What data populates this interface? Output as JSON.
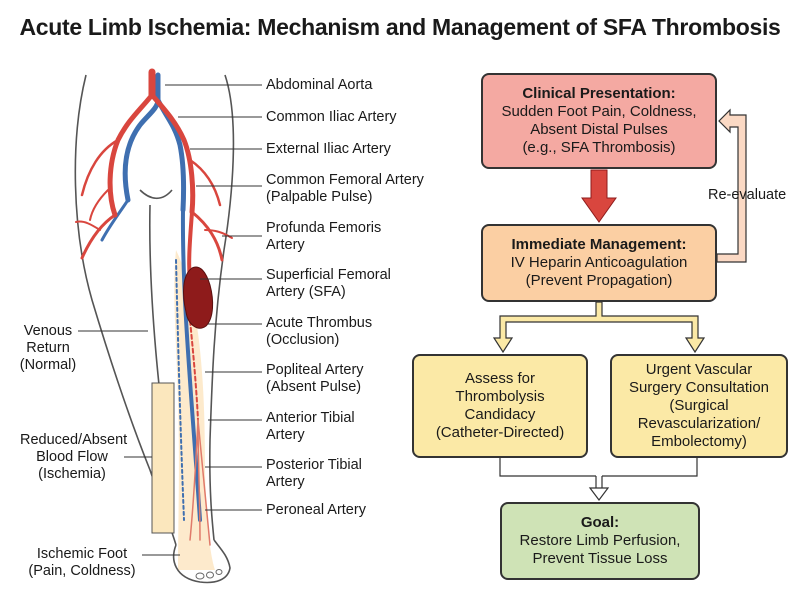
{
  "title": "Acute Limb Ischemia: Mechanism and Management of SFA Thrombosis",
  "anatomy_labels": {
    "abdominal_aorta": "Abdominal Aorta",
    "common_iliac": "Common Iliac Artery",
    "external_iliac": "External Iliac Artery",
    "common_femoral_1": "Common Femoral Artery",
    "common_femoral_2": "(Palpable Pulse)",
    "profunda_1": "Profunda Femoris",
    "profunda_2": "Artery",
    "sfa_1": "Superficial Femoral",
    "sfa_2": "Artery (SFA)",
    "thrombus_1": "Acute Thrombus",
    "thrombus_2": "(Occlusion)",
    "popliteal_1": "Popliteal Artery",
    "popliteal_2": "(Absent Pulse)",
    "anterior_tibial_1": "Anterior Tibial",
    "anterior_tibial_2": "Artery",
    "posterior_tibial_1": "Posterior Tibial",
    "posterior_tibial_2": "Artery",
    "peroneal": "Peroneal Artery",
    "venous_1": "Venous",
    "venous_2": "Return",
    "venous_3": "(Normal)",
    "reduced_1": "Reduced/Absent",
    "reduced_2": "Blood Flow",
    "reduced_3": "(Ischemia)",
    "foot_1": "Ischemic Foot",
    "foot_2": "(Pain, Coldness)"
  },
  "flow": {
    "clinical": {
      "heading": "Clinical Presentation:",
      "line1": "Sudden Foot Pain, Coldness,",
      "line2": "Absent Distal Pulses",
      "line3": "(e.g., SFA Thrombosis)"
    },
    "immediate": {
      "heading": "Immediate Management:",
      "line1": "IV Heparin Anticoagulation",
      "line2": "(Prevent Propagation)"
    },
    "thrombolysis": {
      "line1": "Assess for",
      "line2": "Thrombolysis",
      "line3": "Candidacy",
      "line4": "(Catheter-Directed)"
    },
    "surgery": {
      "line1": "Urgent Vascular",
      "line2": "Surgery Consultation",
      "line3": "(Surgical",
      "line4": "Revascularization/",
      "line5": "Embolectomy)"
    },
    "goal": {
      "heading": "Goal:",
      "line1": "Restore Limb Perfusion,",
      "line2": "Prevent Tissue Loss"
    },
    "reevaluate": "Re-evaluate"
  },
  "colors": {
    "artery": "#d9463e",
    "vein": "#3f6fb0",
    "thrombus": "#8e1b1b",
    "clinical_box": "#f4a9a2",
    "immediate_box": "#fbcfa3",
    "option_box": "#fbe9a6",
    "goal_box": "#cfe3b6"
  }
}
